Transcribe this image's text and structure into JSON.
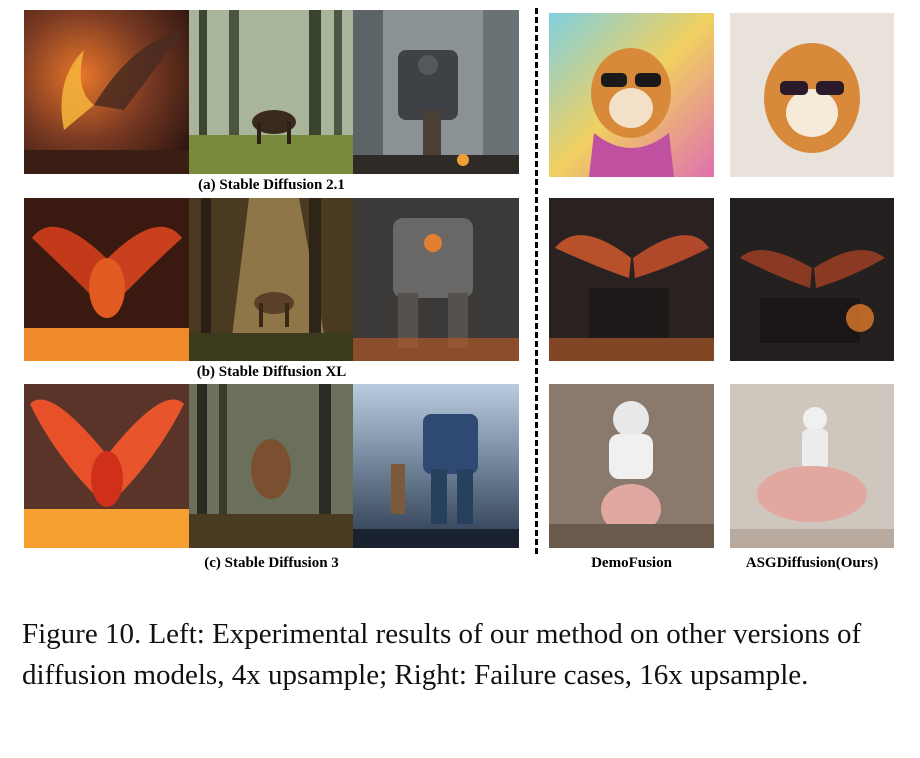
{
  "left_panel": {
    "rows": [
      {
        "caption": "(a) Stable Diffusion 2.1",
        "images": [
          "phoenix",
          "deer in forest",
          "robot mech"
        ]
      },
      {
        "caption": "(b) Stable Diffusion XL",
        "images": [
          "phoenix",
          "deer in forest",
          "robot mech"
        ]
      },
      {
        "caption": "(c) Stable Diffusion 3",
        "images": [
          "phoenix",
          "deer in forest",
          "robot mech"
        ]
      }
    ]
  },
  "right_panel": {
    "columns": [
      {
        "label": "DemoFusion"
      },
      {
        "label": "ASGDiffusion(Ours)"
      }
    ],
    "rows": [
      "corgi with sunglasses",
      "dragon over castle",
      "astronaut riding pig"
    ]
  },
  "figure_caption": "Figure 10. Left: Experimental results of our method on other versions of diffusion models, 4x upsample; Right: Failure cases, 16x upsample."
}
